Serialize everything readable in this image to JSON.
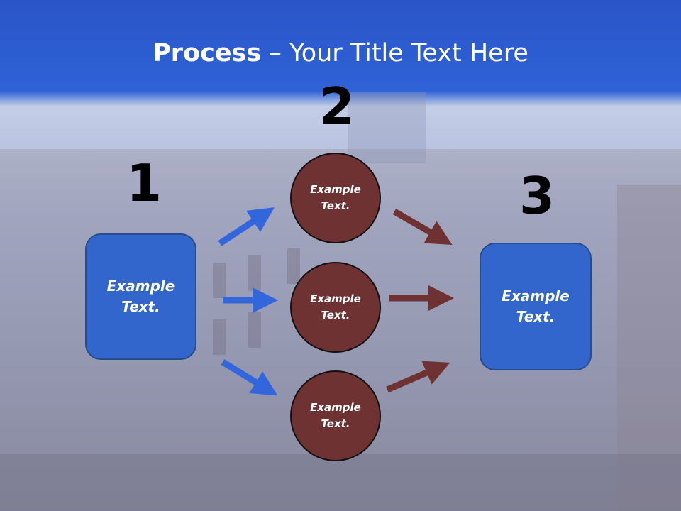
{
  "title": {
    "bold": "Process",
    "rest": " – Your Title Text Here"
  },
  "steps": {
    "one": "1",
    "two": "2",
    "three": "3"
  },
  "left_box": {
    "line1": "Example",
    "line2": "Text."
  },
  "circles": [
    {
      "line1": "Example",
      "line2": "Text."
    },
    {
      "line1": "Example",
      "line2": "Text."
    },
    {
      "line1": "Example",
      "line2": "Text."
    }
  ],
  "right_box": {
    "line1": "Example",
    "line2": "Text."
  },
  "colors": {
    "box": "#3366cc",
    "circle": "#6e3232",
    "arrow_blue": "#3366dd",
    "arrow_brown": "#6e3232"
  }
}
